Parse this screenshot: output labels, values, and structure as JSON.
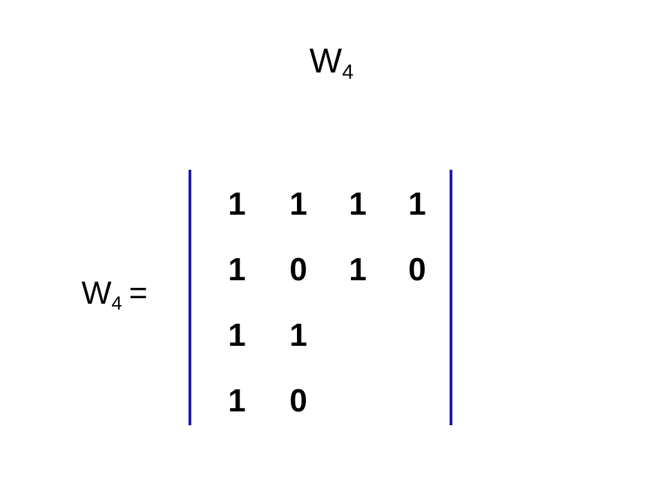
{
  "title": {
    "base": "W",
    "sub": "4"
  },
  "equation": {
    "base": "W",
    "sub": "4",
    "equals": "="
  },
  "matrix": {
    "rows": [
      [
        "1",
        "1",
        "1",
        "1"
      ],
      [
        "1",
        "0",
        "1",
        "0"
      ],
      [
        "1",
        "1",
        "",
        ""
      ],
      [
        "1",
        "0",
        "",
        ""
      ]
    ],
    "bar_color": "#1a1aa6"
  }
}
